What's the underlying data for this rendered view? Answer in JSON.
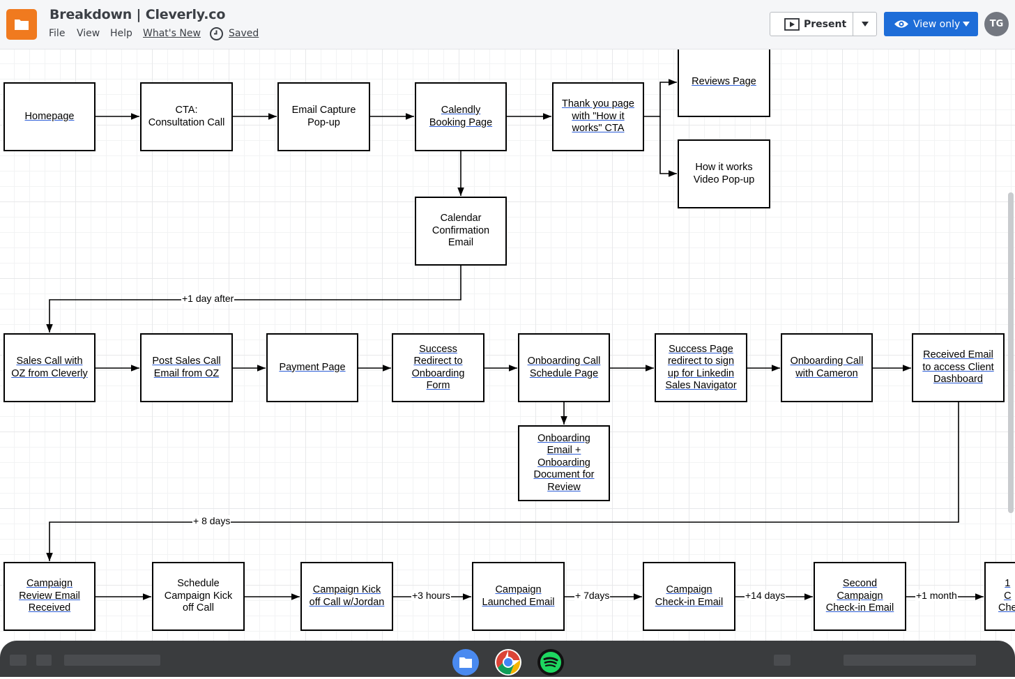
{
  "header": {
    "title": "Breakdown | Cleverly.co",
    "menu": {
      "file": "File",
      "view": "View",
      "help": "Help",
      "whats_new": "What's New",
      "saved": "Saved"
    },
    "present_label": "Present",
    "view_only_label": "View only",
    "avatar_initials": "TG",
    "accent_color": "#1e6dd8",
    "brand_color": "#f07a1f"
  },
  "nodes": {
    "homepage": "Homepage",
    "cta_call": "CTA:\nConsultation Call",
    "email_capture": "Email Capture\nPop-up",
    "calendly": "Calendly\nBooking Page",
    "thank_you": "Thank you page\nwith \"How it\nworks\" CTA",
    "reviews": "Reviews Page",
    "how_it_works": "How it works\nVideo Pop-up",
    "calendar_email": "Calendar\nConfirmation\nEmail",
    "sales_call": "Sales Call with\nOZ from Cleverly",
    "post_sales": "Post Sales Call\nEmail from OZ",
    "payment": "Payment Page",
    "success_redirect": "Success\nRedirect to\nOnboarding\nForm",
    "onboarding_schedule": "Onboarding Call\nSchedule Page",
    "onboarding_email": "Onboarding\nEmail +\nOnboarding\nDocument for\nReview",
    "success_linkedin": "Success Page\nredirect to sign\nup for Linkedin\nSales Navigator",
    "onboarding_cameron": "Onboarding Call\nwith Cameron",
    "received_email": "Received Email\nto access Client\nDashboard",
    "campaign_review": "Campaign\nReview Email\nReceived",
    "schedule_kickoff": "Schedule\nCampaign Kick\noff Call",
    "kickoff_jordan": "Campaign Kick\noff Call w/Jordan",
    "campaign_launched": "Campaign\nLaunched Email",
    "checkin_email": "Campaign\nCheck-in Email",
    "second_checkin": "Second\nCampaign\nCheck-in Email",
    "partial_node": "1\nC\nChe"
  },
  "edge_labels": {
    "plus_1_day": "+1 day after",
    "plus_8_days": "+ 8 days",
    "plus_3_hours": "+3 hours",
    "plus_7_days": "+ 7days",
    "plus_14_days": "+14 days",
    "plus_1_month": "+1 month"
  },
  "icons": {
    "app": "folder-icon",
    "saved": "clock-icon",
    "present": "play-icon",
    "view": "eye-icon",
    "dock": [
      "files-icon",
      "chrome-icon",
      "spotify-icon"
    ]
  }
}
